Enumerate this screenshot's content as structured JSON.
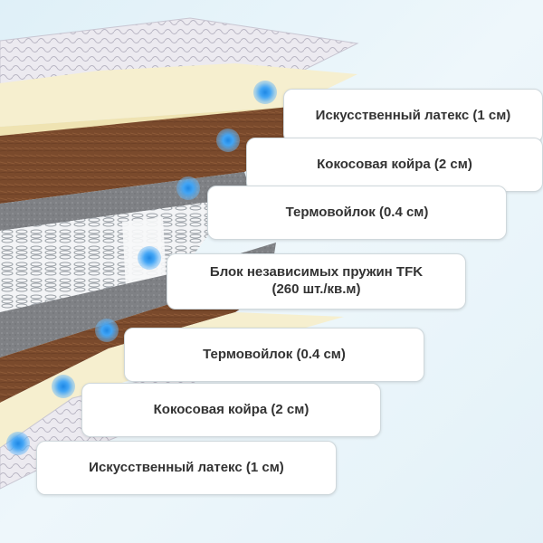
{
  "layers": [
    {
      "label": "Искусственный латекс (1 см)"
    },
    {
      "label": "Кокосовая койра (2 см)"
    },
    {
      "label": "Термовойлок (0.4 см)"
    },
    {
      "label_line1": "Блок независимых пружин TFK",
      "label_line2": "(260 шт./кв.м)"
    },
    {
      "label": "Термовойлок (0.4 см)"
    },
    {
      "label": "Кокосовая койра (2 см)"
    },
    {
      "label": "Искусственный латекс (1 см)"
    }
  ],
  "colors": {
    "marker": "#1e88e5",
    "latex": "#f6efcf",
    "coir": "#7a4a2c",
    "felt": "#7d7f82",
    "springs": "#f4f5f7",
    "quilt": "#e9e9ee"
  }
}
